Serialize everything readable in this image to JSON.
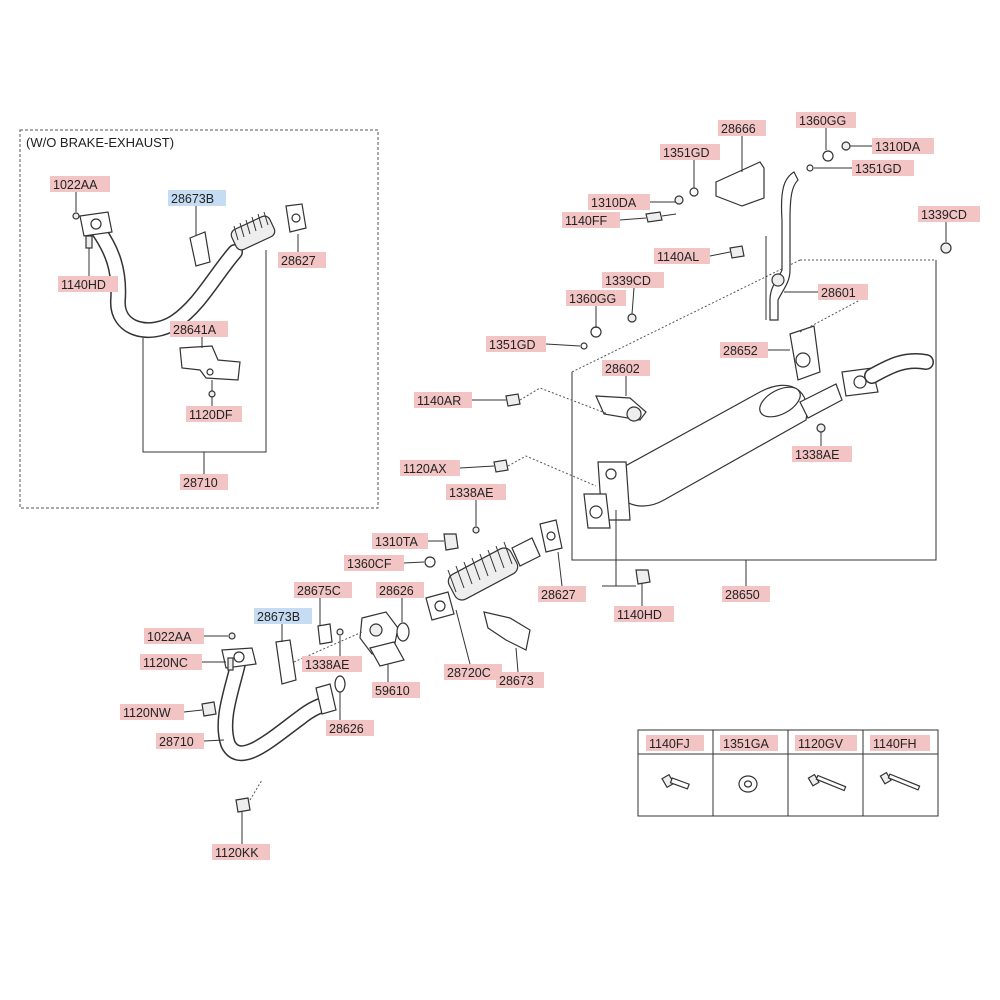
{
  "colors": {
    "label_bg": "#f2c4c4",
    "ref_label_bg": "#c5dcf2",
    "line": "#333333",
    "text": "#222222"
  },
  "inset": {
    "title": "(W/O BRAKE-EXHAUST)",
    "labels": {
      "p1022aa": "1022AA",
      "p28673b": "28673B",
      "p28627": "28627",
      "p1140hd": "1140HD",
      "p28641a": "28641A",
      "p1120df": "1120DF",
      "p28710": "28710"
    }
  },
  "main": {
    "labels": {
      "p28666": "28666",
      "p1360gg_top": "1360GG",
      "p1310da_right": "1310DA",
      "p1351gd_top": "1351GD",
      "p1351gd_right": "1351GD",
      "p1310da_left": "1310DA",
      "p1140ff": "1140FF",
      "p1339cd_right": "1339CD",
      "p1140al": "1140AL",
      "p1339cd_mid": "1339CD",
      "p28601": "28601",
      "p1360gg_mid": "1360GG",
      "p1351gd_mid": "1351GD",
      "p28652": "28652",
      "p28602": "28602",
      "p1140ar": "1140AR",
      "p1338ae_right": "1338AE",
      "p1120ax": "1120AX",
      "p1338ae_top": "1338AE",
      "p1310ta": "1310TA",
      "p1360cf": "1360CF",
      "p28627": "28627",
      "p28650": "28650",
      "p1140hd": "1140HD",
      "p28675c": "28675C",
      "p28626_top": "28626",
      "p28673b": "28673B",
      "p1022aa": "1022AA",
      "p1120nc": "1120NC",
      "p1338ae_bot": "1338AE",
      "p59610": "59610",
      "p28720c": "28720C",
      "p28673": "28673",
      "p1120nw": "1120NW",
      "p28626_bot": "28626",
      "p28710": "28710",
      "p1120kk": "1120KK"
    }
  },
  "legend": {
    "items": [
      {
        "code": "1140FJ",
        "icon": "bolt-flange-icon"
      },
      {
        "code": "1351GA",
        "icon": "washer-icon"
      },
      {
        "code": "1120GV",
        "icon": "long-bolt-icon"
      },
      {
        "code": "1140FH",
        "icon": "long-bolt-icon"
      }
    ]
  }
}
